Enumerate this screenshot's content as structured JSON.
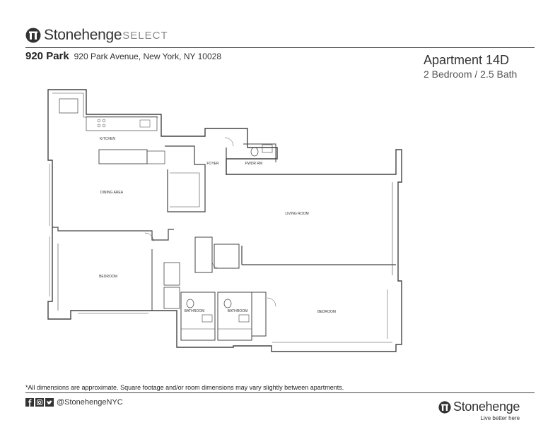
{
  "header": {
    "brand_name": "Stonehenge",
    "brand_sub": "SELECT",
    "building_name": "920 Park",
    "building_address": "920 Park Avenue, New York, NY 10028",
    "apartment_title": "Apartment 14D",
    "apartment_subtitle": "2 Bedroom / 2.5 Bath"
  },
  "rooms": {
    "kitchen": "KITCHEN",
    "dining": "DINING AREA",
    "living": "LIVING ROOM",
    "foyer": "FOYER",
    "powder": "PWDR RM",
    "bedroom_left": "BEDROOM",
    "bedroom_right": "BEDROOM",
    "bath_left": "BATHROOM",
    "bath_right": "BATHROOM"
  },
  "footer": {
    "disclaimer": "*All dimensions are approximate. Square footage and/or room dimensions may vary slightly between apartments.",
    "social_handle": "@StonehengeNYC",
    "brand_name": "Stonehenge",
    "tagline": "Live better here"
  },
  "colors": {
    "walls": "#444444",
    "text": "#222222",
    "accent_gray": "#888888"
  },
  "icons": [
    "stonehenge-logo-icon",
    "facebook-icon",
    "instagram-icon",
    "twitter-icon"
  ]
}
